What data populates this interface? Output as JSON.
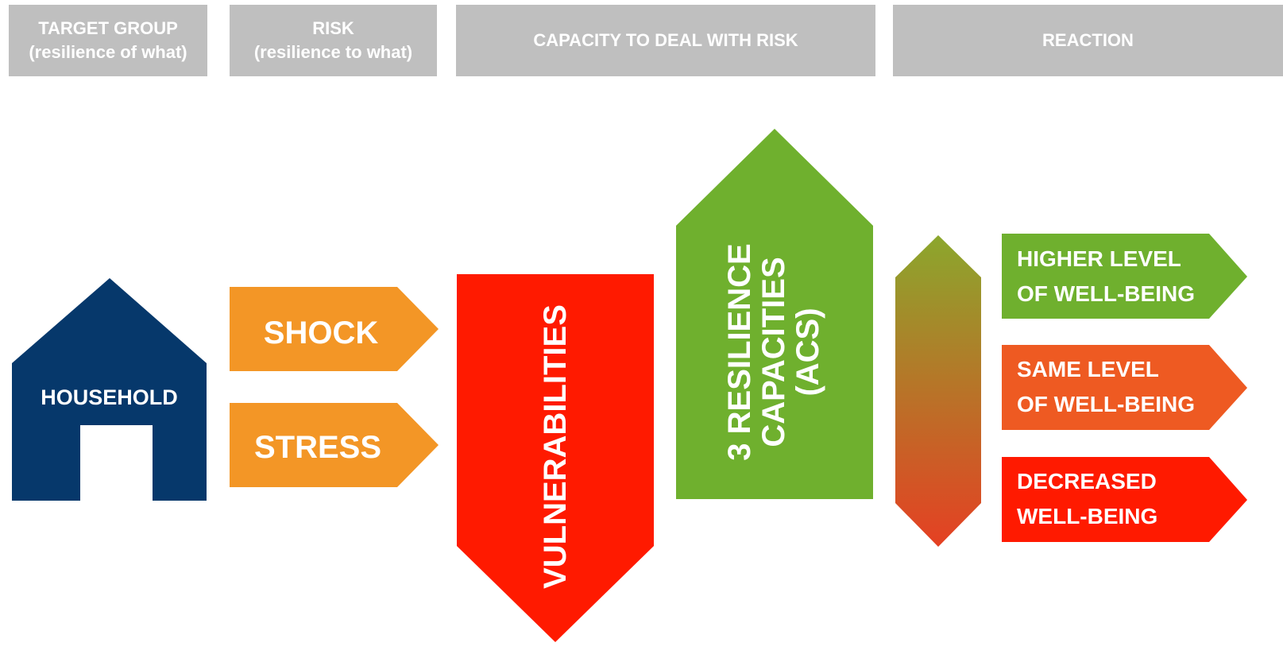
{
  "headers": {
    "target_group": {
      "line1": "TARGET GROUP",
      "line2": "(resilience of what)"
    },
    "risk": {
      "line1": "RISK",
      "line2": "(resilience to what)"
    },
    "capacity": {
      "line1": "CAPACITY TO DEAL WITH RISK"
    },
    "reaction": {
      "line1": "REACTION"
    }
  },
  "household": {
    "label": "HOUSEHOLD"
  },
  "risks": {
    "shock": "SHOCK",
    "stress": "STRESS"
  },
  "vulnerabilities": {
    "label": "VULNERABILITIES"
  },
  "capacities": {
    "line1": "3 RESILIENCE",
    "line2": "CAPACITIES",
    "line3": "(ACS)"
  },
  "outcomes": [
    {
      "line1": "HIGHER LEVEL",
      "line2": "OF WELL-BEING"
    },
    {
      "line1": "SAME LEVEL",
      "line2": "OF WELL-BEING"
    },
    {
      "line1": "DECREASED",
      "line2": "WELL-BEING"
    }
  ],
  "colors": {
    "header_bg": "#bfbfbf",
    "household": "#06386b",
    "risk_arrow": "#f39626",
    "vulnerabilities": "#ff1a00",
    "capacities": "#6fb02e",
    "outcome_higher": "#6fb02e",
    "outcome_same": "#ee5a22",
    "outcome_decreased": "#ff1a00",
    "gradient_top": "#8ba72d",
    "gradient_bottom": "#e54023"
  }
}
